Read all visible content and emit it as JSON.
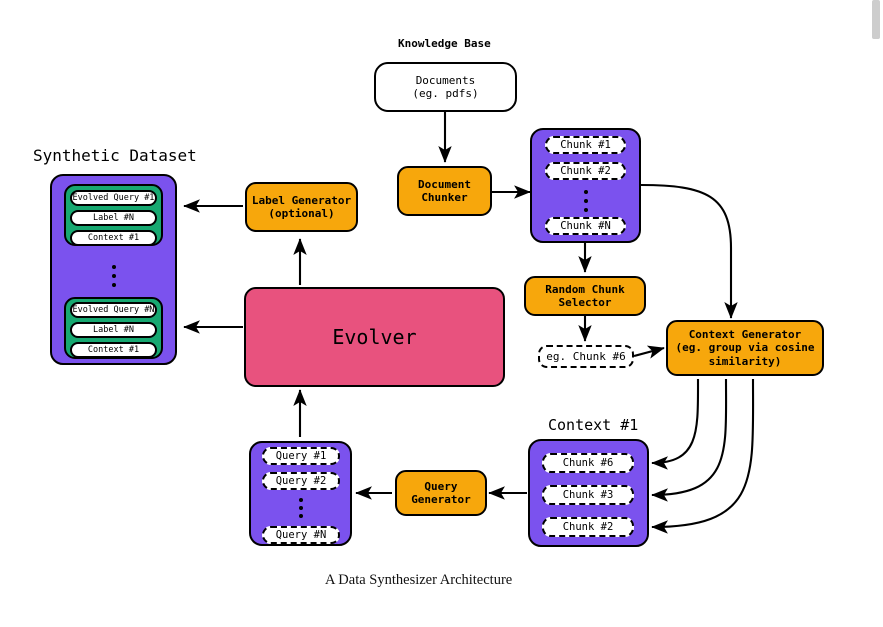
{
  "figure": {
    "caption": "A Data Synthesizer Architecture",
    "colors": {
      "orange": "#f7a70c",
      "purple": "#7b52ee",
      "green": "#17a871",
      "pink": "#e8527e",
      "white": "#ffffff",
      "stroke": "#000000"
    }
  },
  "sections": {
    "knowledge_base": "Knowledge Base",
    "synthetic_dataset": "Synthetic Dataset",
    "context_1": "Context #1"
  },
  "nodes": {
    "documents": {
      "line1": "Documents",
      "line2": "(eg. pdfs)"
    },
    "document_chunker": {
      "line1": "Document",
      "line2": "Chunker"
    },
    "label_generator": {
      "line1": "Label Generator",
      "line2": "(optional)"
    },
    "random_chunk_selector": {
      "line1": "Random Chunk",
      "line2": "Selector"
    },
    "selected_chunk": {
      "label": "eg. Chunk #6"
    },
    "context_generator": {
      "line1": "Context Generator",
      "line2": "(eg. group via cosine",
      "line3": "similarity)"
    },
    "evolver": {
      "label": "Evolver"
    },
    "query_generator": {
      "line1": "Query",
      "line2": "Generator"
    }
  },
  "chunk_panel": {
    "items": [
      "Chunk #1",
      "Chunk #2",
      "Chunk #N"
    ],
    "ellipsis": true
  },
  "query_panel": {
    "items": [
      "Query #1",
      "Query #2",
      "Query #N"
    ],
    "ellipsis": true
  },
  "context_panel": {
    "items": [
      "Chunk #6",
      "Chunk #3",
      "Chunk #2"
    ]
  },
  "dataset_panel": {
    "records": [
      {
        "query": "Evolved Query #1",
        "label": "Label #N",
        "context": "Context #1"
      },
      {
        "query": "Evolved Query #N",
        "label": "Label #N",
        "context": "Context #1"
      }
    ],
    "ellipsis": true
  },
  "scrollbar": {
    "position": "top-right"
  }
}
